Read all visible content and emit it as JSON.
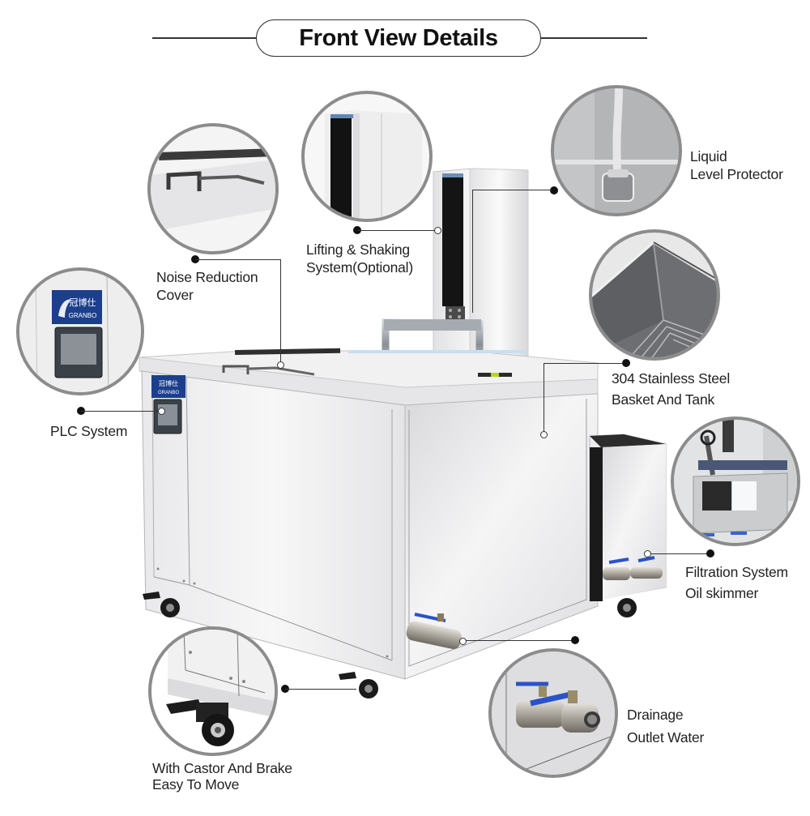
{
  "header": {
    "title": "Front View Details"
  },
  "callouts": [
    {
      "id": "noise-reduction-cover",
      "label_line1": "Noise Reduction",
      "label_line2": "Cover"
    },
    {
      "id": "lifting-shaking-system",
      "label_line1": "Lifting & Shaking",
      "label_line2": "System(Optional)"
    },
    {
      "id": "liquid-level-protector",
      "label_line1": "Liquid",
      "label_line2": "Level Protector"
    },
    {
      "id": "plc-system",
      "label_line1": "PLC System",
      "label_line2": ""
    },
    {
      "id": "stainless-basket-tank",
      "label_line1": "304 Stainless Steel",
      "label_line2": "Basket And Tank"
    },
    {
      "id": "filtration-system",
      "label_line1": "Filtration System",
      "label_line2": "Oil skimmer"
    },
    {
      "id": "castor-brake",
      "label_line1": "With Castor And Brake",
      "label_line2": "Easy To Move"
    },
    {
      "id": "drainage-outlet",
      "label_line1": "Drainage",
      "label_line2": "Outlet Water"
    }
  ],
  "brand": {
    "logo_cn": "冠博仕",
    "logo_en": "GRANBO",
    "logo_color": "#1c3f8c"
  },
  "colors": {
    "callout_border": "#8c8c8c",
    "leader_line": "#333333",
    "valve_handle": "#2a52c9"
  }
}
